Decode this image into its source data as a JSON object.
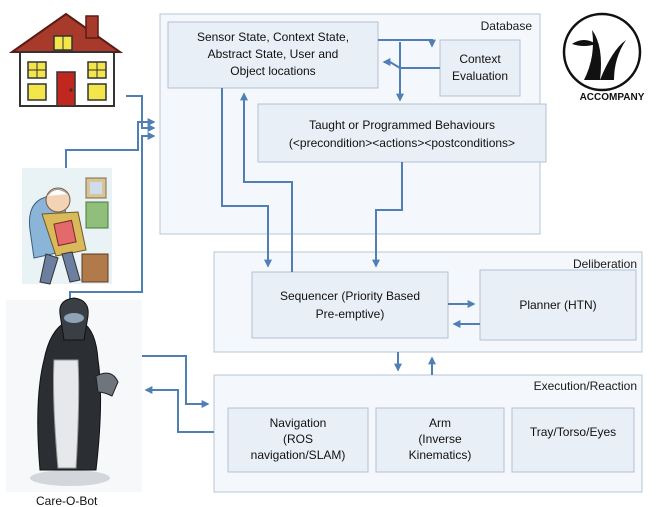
{
  "sections": {
    "database": "Database",
    "deliberation": "Deliberation",
    "execution": "Execution/Reaction"
  },
  "boxes": {
    "sensor_state": [
      "Sensor State, Context State,",
      "Abstract State, User  and",
      "Object locations"
    ],
    "context_eval": [
      "Context",
      "Evaluation"
    ],
    "behaviours": [
      "Taught or Programmed Behaviours",
      "(<precondition><actions><postconditions>"
    ],
    "sequencer": [
      "Sequencer (Priority Based",
      "Pre-emptive)"
    ],
    "planner": [
      "Planner (HTN)"
    ],
    "navigation": [
      "Navigation",
      "(ROS",
      "navigation/SLAM)"
    ],
    "arm": [
      "Arm",
      "(Inverse",
      "Kinematics)"
    ],
    "tray": [
      "Tray/Torso/Eyes"
    ]
  },
  "logo_text": "ACCOMPANY",
  "robot_caption": "Care-O-Bot",
  "colors": {
    "arrow": "#4f7fb5",
    "section_fill": "#f4f7fb",
    "box_fill": "#e9eff6",
    "house_wall": "#ffffff",
    "house_roof": "#a83a2c",
    "window": "#f3e64a",
    "door": "#c0271f"
  },
  "icons": [
    "house-icon",
    "elderly-person-icon",
    "care-o-bot-robot-icon",
    "accompany-logo-icon"
  ]
}
